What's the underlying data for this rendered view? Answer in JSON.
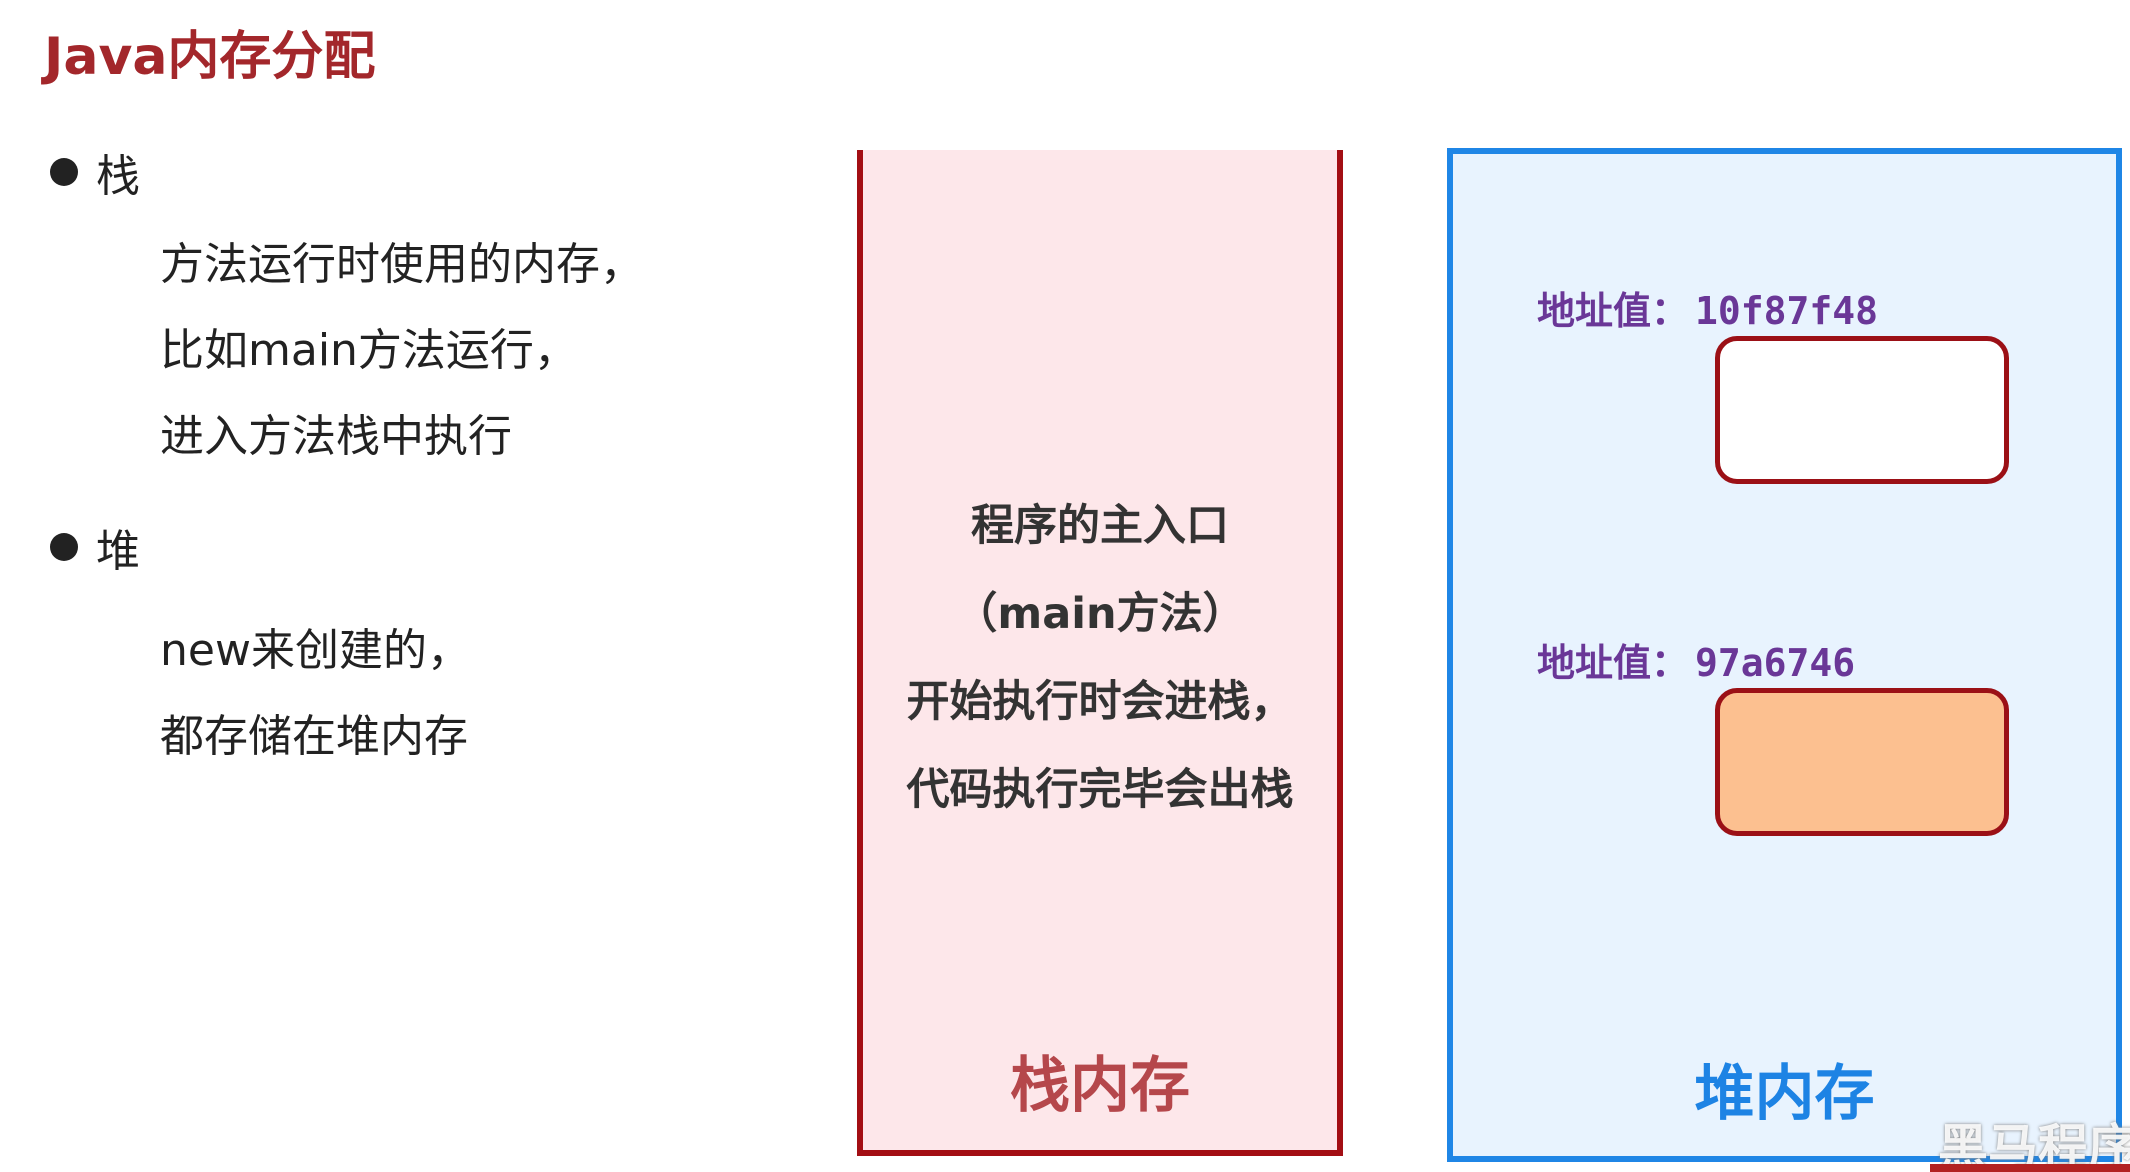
{
  "title": "Java内存分配",
  "stack_section": {
    "heading": "栈",
    "lines": [
      "方法运行时使用的内存，",
      "比如main方法运行，",
      "进入方法栈中执行"
    ]
  },
  "heap_section": {
    "heading": "堆",
    "lines": [
      "new来创建的，",
      "都存储在堆内存"
    ]
  },
  "stack_memory": {
    "label": "栈内存",
    "text_lines": [
      "程序的主入口",
      "（main方法）",
      "开始执行时会进栈，",
      "代码执行完毕会出栈"
    ]
  },
  "heap_memory": {
    "label": "堆内存",
    "objects": [
      {
        "address_label": "地址值：",
        "address": "10f87f48",
        "fill": "#ffffff"
      },
      {
        "address_label": "地址值：",
        "address": "97a6746",
        "fill": "#fcc090"
      }
    ]
  },
  "watermark": "黑马程序员",
  "colors": {
    "title": "#a3272b",
    "stack_border": "#a30e14",
    "stack_fill": "#fde7ea",
    "heap_border": "#1f86e6",
    "heap_fill": "#e8f3fe",
    "address": "#6a3797"
  }
}
